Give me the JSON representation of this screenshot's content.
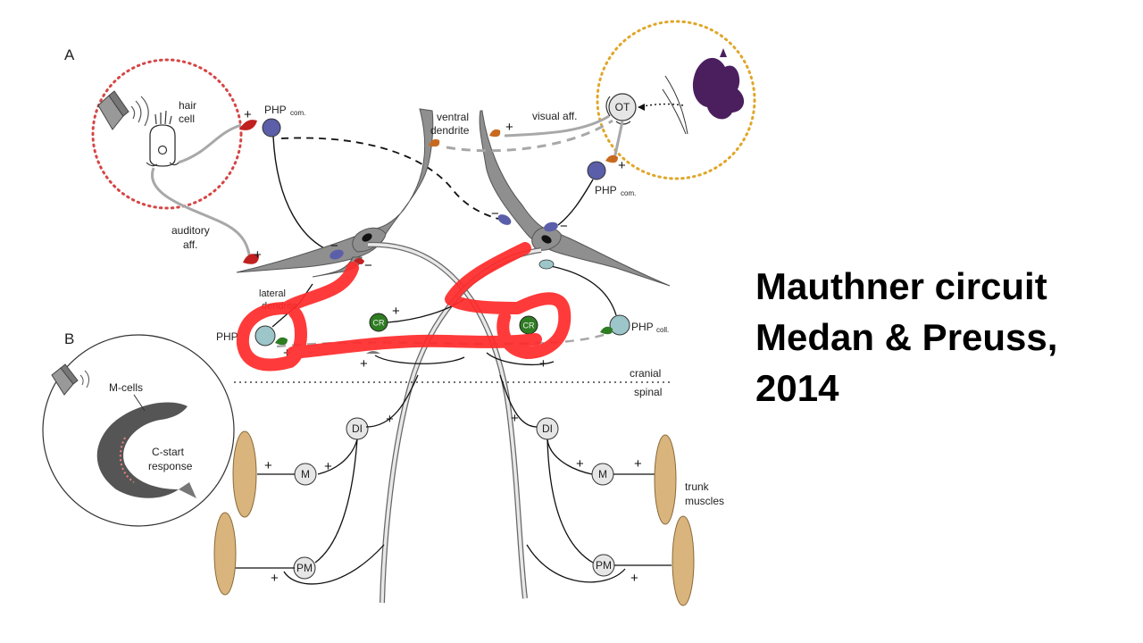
{
  "title": {
    "line1": "Mauthner circuit",
    "line2": "Medan & Preuss,",
    "line3": "2014"
  },
  "panels": {
    "a": "A",
    "b": "B"
  },
  "labels": {
    "hair_cell_1": "hair",
    "hair_cell_2": "cell",
    "auditory_1": "auditory",
    "auditory_2": "aff.",
    "php_com": "PHP",
    "php_com_sub": "com.",
    "php_coll": "PHP",
    "php_coll_sub": "coll.",
    "ventral_1": "ventral",
    "ventral_2": "dendrite",
    "visual_aff": "visual aff.",
    "lateral_1": "lateral",
    "lateral_2": "dendrite",
    "cranial": "cranial",
    "spinal": "spinal",
    "m_cells": "M-cells",
    "c_start_1": "C-start",
    "c_start_2": "response",
    "trunk_1": "trunk",
    "trunk_2": "muscles"
  },
  "nodes": {
    "ot": "OT",
    "cr": "CR",
    "di": "DI",
    "m": "M",
    "pm": "PM"
  },
  "signs": {
    "plus": "+",
    "minus": "−"
  },
  "colors": {
    "red_synapse": "#c0201f",
    "blue_neuron": "#5b5ea8",
    "orange_synapse": "#c76a1f",
    "green_synapse": "#2e7d22",
    "teal_neuron": "#9cc6c9",
    "muscle": "#d9b47c",
    "red_highlight": "#ff2a2a",
    "auditory_circle": "#d64545",
    "visual_circle": "#e0a628",
    "axon_gray": "#a8a8a8"
  }
}
